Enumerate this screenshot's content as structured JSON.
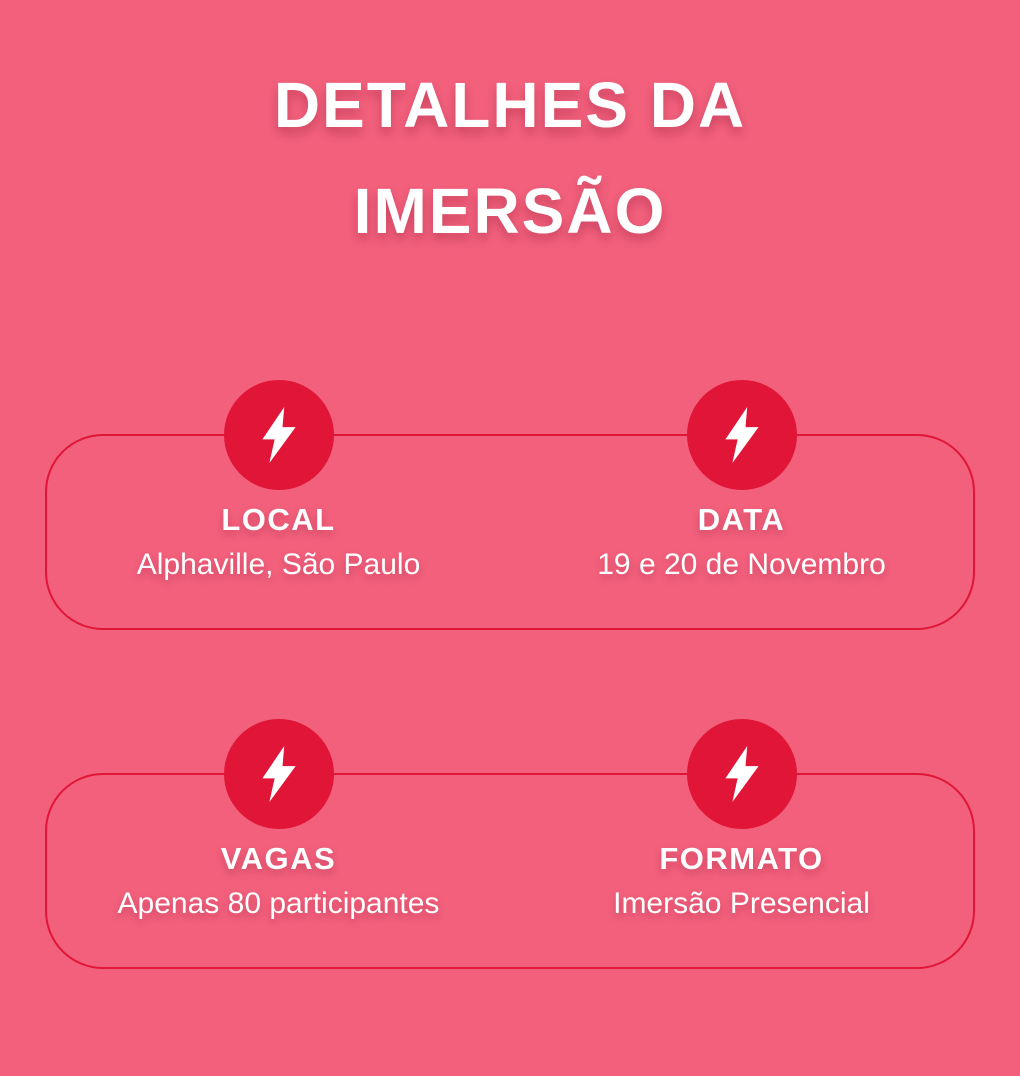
{
  "page": {
    "title_line1": "DETALHES DA",
    "title_line2": "IMERSÃO"
  },
  "cards": [
    {
      "items": [
        {
          "icon": "lightning-bolt",
          "label": "LOCAL",
          "value": "Alphaville, São Paulo"
        },
        {
          "icon": "lightning-bolt",
          "label": "DATA",
          "value": "19 e 20 de Novembro"
        }
      ]
    },
    {
      "items": [
        {
          "icon": "lightning-bolt",
          "label": "VAGAS",
          "value": "Apenas 80 participantes"
        },
        {
          "icon": "lightning-bolt",
          "label": "FORMATO",
          "value": "Imersão Presencial"
        }
      ]
    }
  ],
  "colors": {
    "background": "#F2607C",
    "accent": "#E01537",
    "text": "#FFFFFF"
  }
}
